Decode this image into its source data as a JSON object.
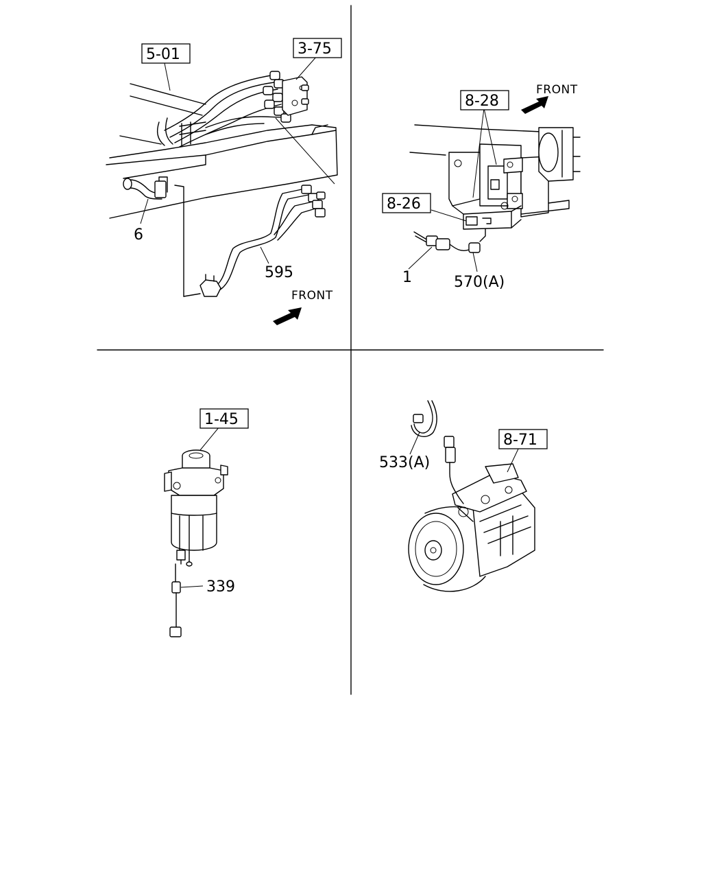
{
  "panels": {
    "top_left": {
      "ref_a": "5-01",
      "ref_b": "3-75",
      "part_clip": "6",
      "part_harness": "595",
      "direction": "FRONT"
    },
    "top_right": {
      "ref_a": "8-28",
      "ref_b": "8-26",
      "part_connector": "1",
      "part_harness": "570(A)",
      "direction": "FRONT"
    },
    "bottom_left": {
      "ref_a": "1-45",
      "part_harness": "339"
    },
    "bottom_right": {
      "ref_a": "8-71",
      "part_clip": "533(A)"
    }
  }
}
